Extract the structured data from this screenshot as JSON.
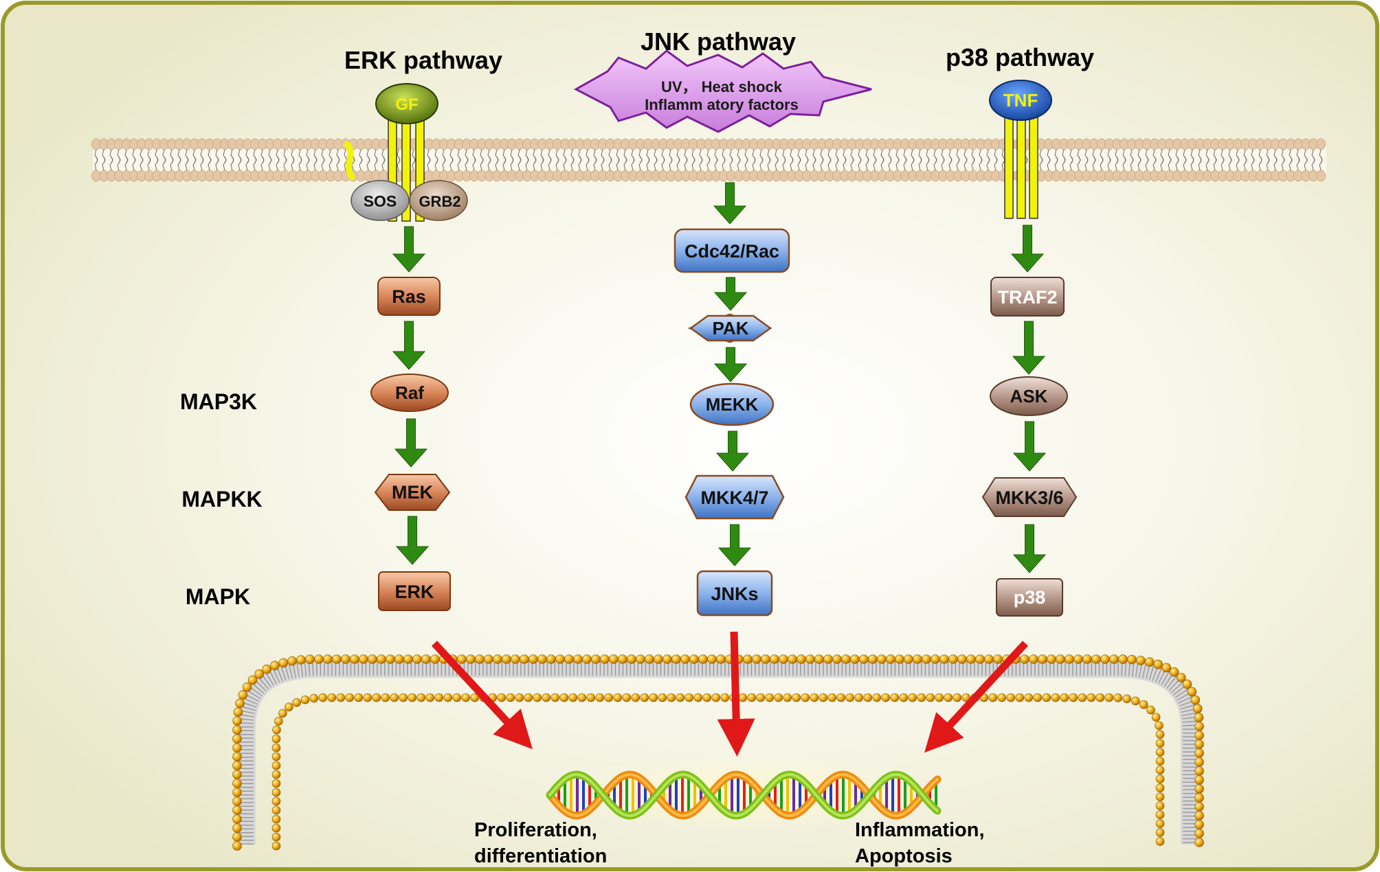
{
  "titles": {
    "erk": "ERK pathway",
    "jnk": "JNK pathway",
    "p38": "p38 pathway"
  },
  "stimuli": {
    "gf": "GF",
    "stress_line1": "UV， Heat shock",
    "stress_line2": "Inflamm atory factors",
    "tnf": "TNF"
  },
  "adaptors": {
    "sos": "SOS",
    "grb2": "GRB2"
  },
  "levels": {
    "map3k": "MAP3K",
    "mapkk": "MAPKK",
    "mapk": "MAPK"
  },
  "erk_nodes": {
    "ras": "Ras",
    "raf": "Raf",
    "mek": "MEK",
    "erk": "ERK"
  },
  "jnk_nodes": {
    "cdc42": "Cdc42/Rac",
    "pak": "PAK",
    "mekk": "MEKK",
    "mkk47": "MKK4/7",
    "jnks": "JNKs"
  },
  "p38_nodes": {
    "traf2": "TRAF2",
    "ask": "ASK",
    "mkk36": "MKK3/6",
    "p38": "p38"
  },
  "outcomes": {
    "left_line1": "Proliferation,",
    "left_line2": "differentiation",
    "right_line1": "Inflammation,",
    "right_line2": "Apoptosis"
  },
  "colors": {
    "background": "#f3f1dc",
    "border": "#9a9a2a",
    "green_arrow": "#2f8a12",
    "red_arrow": "#e01818",
    "erk_node": "#c96e3f",
    "jnk_node": "#5a8fd8",
    "p38_node": "#a88676",
    "receptor_yellow": "#f2f20a",
    "gf_green": "#7a9a12",
    "tnf_blue": "#1f5fcf",
    "stress_purple": "#d68de8"
  }
}
